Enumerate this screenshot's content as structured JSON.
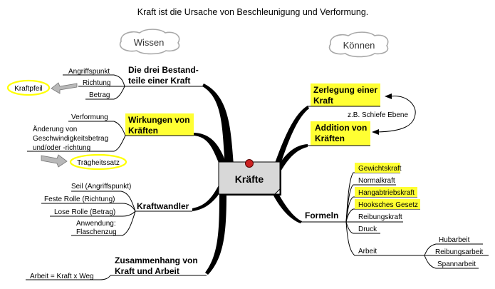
{
  "title": "Kraft ist die Ursache von Beschleunigung und Verformung.",
  "categories": {
    "wissen": "Wissen",
    "koennen": "Können"
  },
  "center": "Kräfte",
  "left": {
    "bestandteile": {
      "line1": "Die drei Bestand-",
      "line2": "teile einer Kraft",
      "items": [
        "Angriffspunkt",
        "Richtung",
        "Betrag"
      ],
      "note": "Kraftpfeil"
    },
    "wirkungen": {
      "line1": "Wirkungen von",
      "line2": "Kräften",
      "items": [
        "Verformung",
        "Änderung von",
        "Geschwindigkeitsbetrag",
        "und/oder -richtung"
      ],
      "note": "Trägheitssatz"
    },
    "kraftwandler": {
      "label": "Kraftwandler",
      "items": [
        "Seil (Angriffspunkt)",
        "Feste Rolle (Richtung)",
        "Lose Rolle (Betrag)",
        "Anwendung:",
        "Flaschenzug"
      ]
    },
    "zusammenhang": {
      "line1": "Zusammenhang von",
      "line2": "Kraft und Arbeit",
      "items": [
        "Arbeit = Kraft x Weg"
      ]
    }
  },
  "right": {
    "zerlegung": {
      "line1": "Zerlegung einer",
      "line2": "Kraft"
    },
    "addition": {
      "line1": "Addition von",
      "line2": "Kräften"
    },
    "example": "z.B. Schiefe Ebene",
    "formeln": {
      "label": "Formeln",
      "items": [
        "Gewichtskraft",
        "Normalkraft",
        "Hangabtriebskraft",
        "Hooksches Gesetz",
        "Reibungskraft",
        "Druck",
        "Arbeit"
      ],
      "highlighted": [
        "Gewichtskraft",
        "Hangabtriebskraft",
        "Hooksches Gesetz"
      ],
      "arbeit_items": [
        "Hubarbeit",
        "Reibungsarbeit",
        "Spannarbeit"
      ]
    }
  },
  "colors": {
    "highlight": "#ffff33",
    "center_box": "#d8d8d8",
    "branch": "#000000",
    "cloud_stroke": "#a8a8a8",
    "knob": "#cc2222"
  }
}
